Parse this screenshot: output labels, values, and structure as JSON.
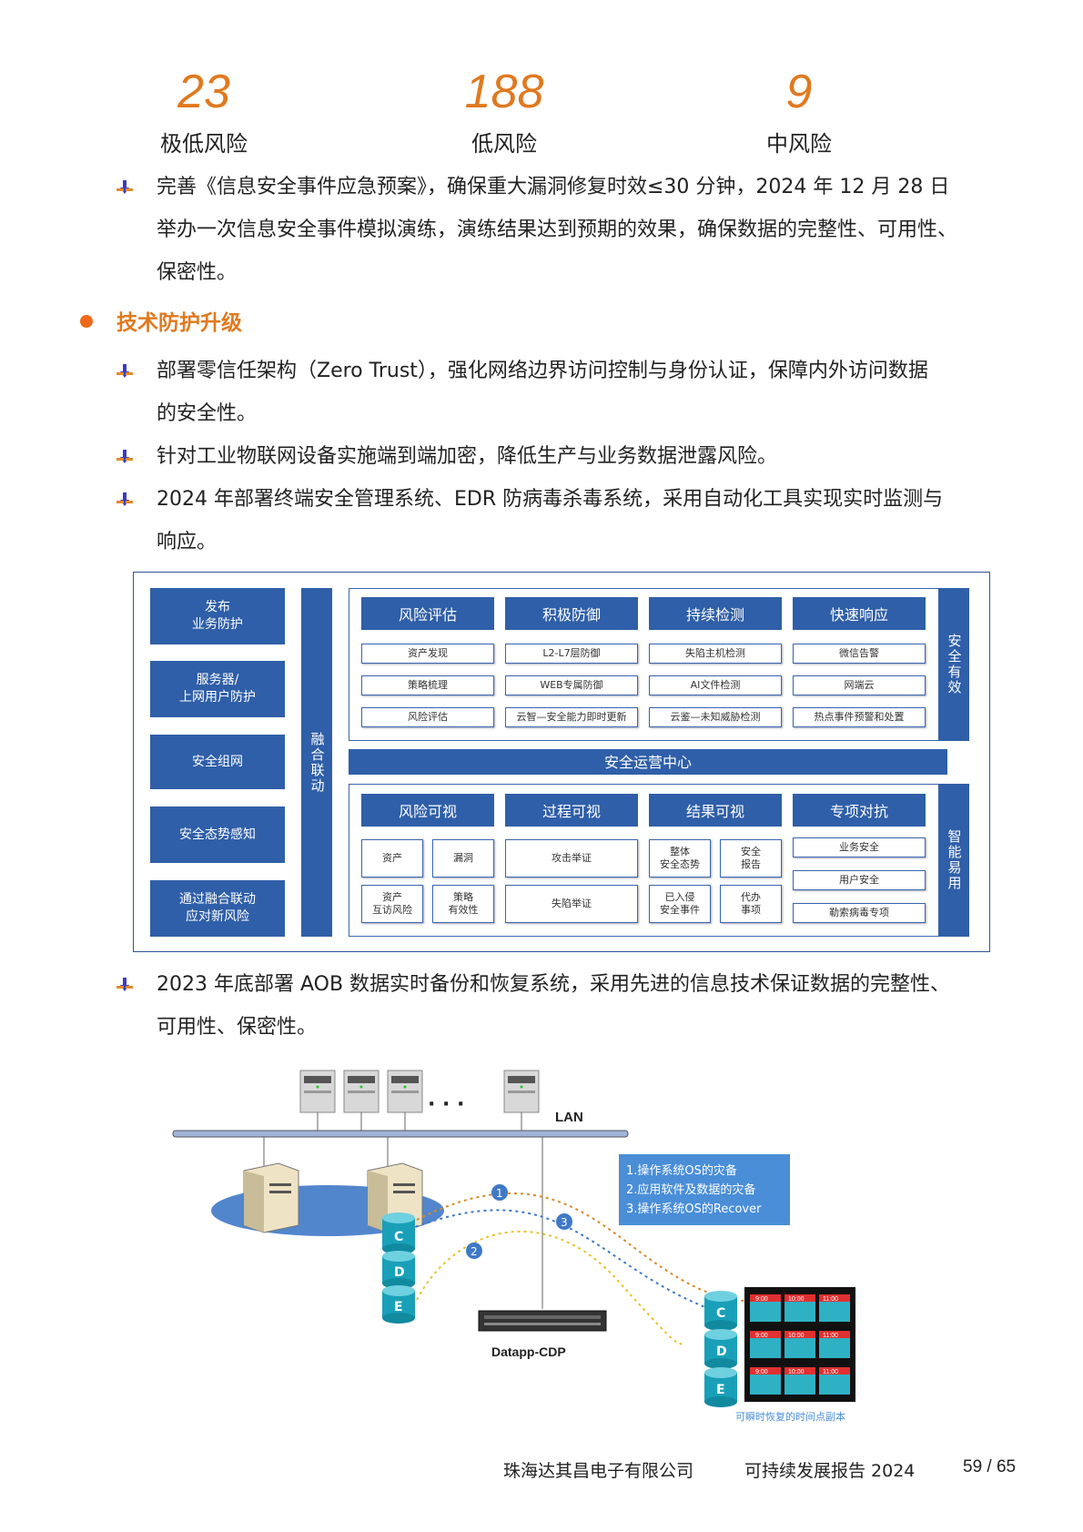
{
  "stats": [
    {
      "number": "23",
      "label": "极低风险"
    },
    {
      "number": "188",
      "label": "低风险"
    },
    {
      "number": "9",
      "label": "中风险"
    }
  ],
  "bullets_top": [
    {
      "line1": "完善《信息安全事件应急预案》，确保重大漏洞修复时效≤30 分钟，2024 年 12 月 28 日",
      "line2": "举办一次信息安全事件模拟演练，演练结果达到预期的效果，确保数据的完整性、可用性、",
      "line3": "保密性。"
    }
  ],
  "section_title": "技术防护升级",
  "bullets": [
    {
      "line1": "部署零信任架构（Zero Trust），强化网络边界访问控制与身份认证，保障内外访问数据",
      "line2": "的安全性。"
    },
    {
      "line1": "针对工业物联网设备实施端到端加密，降低生产与业务数据泄露风险。"
    },
    {
      "line1": "2024 年部署终端安全管理系统、EDR 防病毒杀毒系统，采用自动化工具实现实时监测与",
      "line2": "响应。"
    }
  ],
  "bullet_after_diagram": {
    "line1": "2023 年底部署 AOB 数据实时备份和恢复系统，采用先进的信息技术保证数据的完整性、",
    "line2": "可用性、保密性。"
  },
  "diagram1": {
    "left_boxes": [
      "发布\n业务防护",
      "服务器/\n上网用户防护",
      "安全组网",
      "安全态势感知",
      "通过融合联动\n应对新风险"
    ],
    "fusion_label": "融合联动",
    "top_headers": [
      "风险评估",
      "积极防御",
      "持续检测",
      "快速响应"
    ],
    "top_cells": [
      [
        "资产发现",
        "策略梳理",
        "风险评估"
      ],
      [
        "L2-L7层防御",
        "WEB专属防御",
        "云智—安全能力即时更新"
      ],
      [
        "失陷主机检测",
        "AI文件检测",
        "云鉴—未知威胁检测"
      ],
      [
        "微信告警",
        "网端云",
        "热点事件预警和处置"
      ]
    ],
    "right_top_label": "安全有效",
    "center_bar": "安全运营中心",
    "bottom_headers": [
      "风险可视",
      "过程可视",
      "结果可视",
      "专项对抗"
    ],
    "bottom_cells": {
      "col1": [
        "资产",
        "漏洞",
        "资产\n互访风险",
        "策略\n有效性"
      ],
      "col2": [
        "攻击举证",
        "失陷举证"
      ],
      "col3": [
        "整体\n安全态势",
        "安全\n报告",
        "已入侵\n安全事件",
        "代办\n事项"
      ],
      "col4": [
        "业务安全",
        "用户安全",
        "勒索病毒专项"
      ]
    },
    "right_bottom_label": "智能易用"
  },
  "diagram2": {
    "lan_label": "LAN",
    "ellipsis": "· · ·",
    "device_label": "Datapp-CDP",
    "disks": [
      "C",
      "D",
      "E"
    ],
    "steps": [
      "1",
      "2",
      "3"
    ],
    "legend": [
      "1.操作系统OS的灾备",
      "2.应用软件及数据的灾备",
      "3.操作系统OS的Recover"
    ],
    "times": [
      "9:00",
      "10:00",
      "11:00"
    ],
    "caption": "可瞬时恢复的时间点副本"
  },
  "footer": {
    "company": "珠海达其昌电子有限公司",
    "report": "可持续发展报告 2024",
    "page": "59 / 65"
  },
  "colors": {
    "accent": "#e0791f",
    "diagram_blue": "#2f5fa8",
    "legend_blue": "#4a8ed8"
  }
}
